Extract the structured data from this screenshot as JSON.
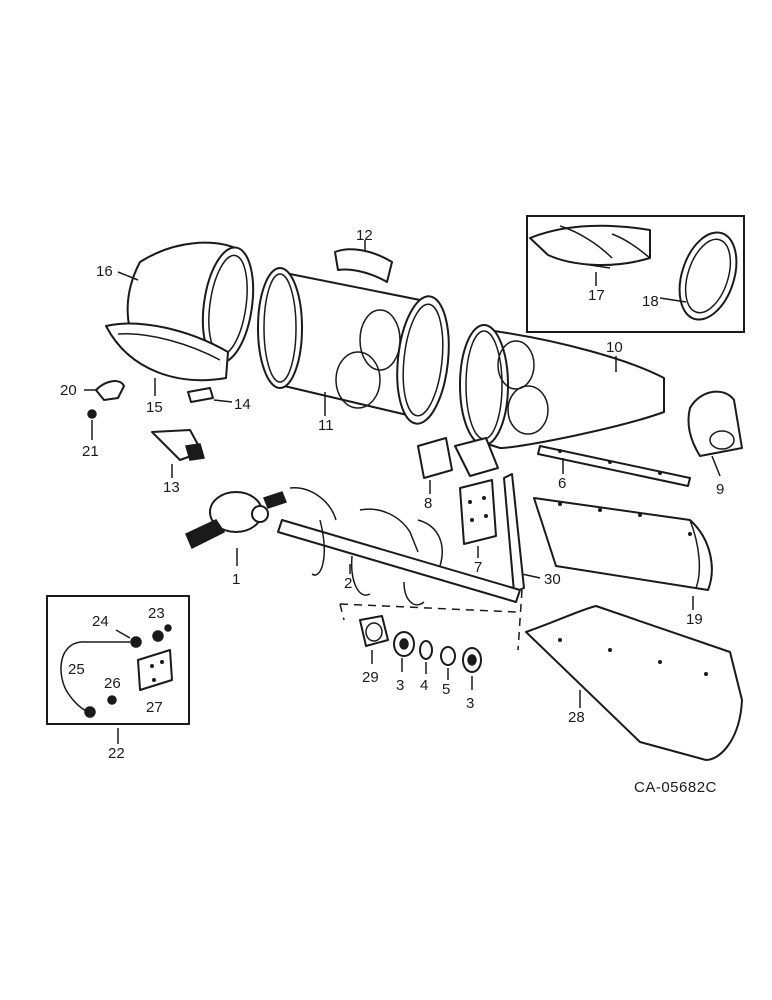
{
  "drawing": {
    "reference_code": "CA-05682C",
    "callouts": [
      "1",
      "2",
      "3",
      "4",
      "5",
      "6",
      "7",
      "8",
      "9",
      "10",
      "11",
      "12",
      "13",
      "14",
      "15",
      "16",
      "17",
      "18",
      "19",
      "20",
      "21",
      "22",
      "23",
      "24",
      "25",
      "26",
      "27",
      "28",
      "29",
      "30"
    ],
    "callout_3_second": "3"
  }
}
